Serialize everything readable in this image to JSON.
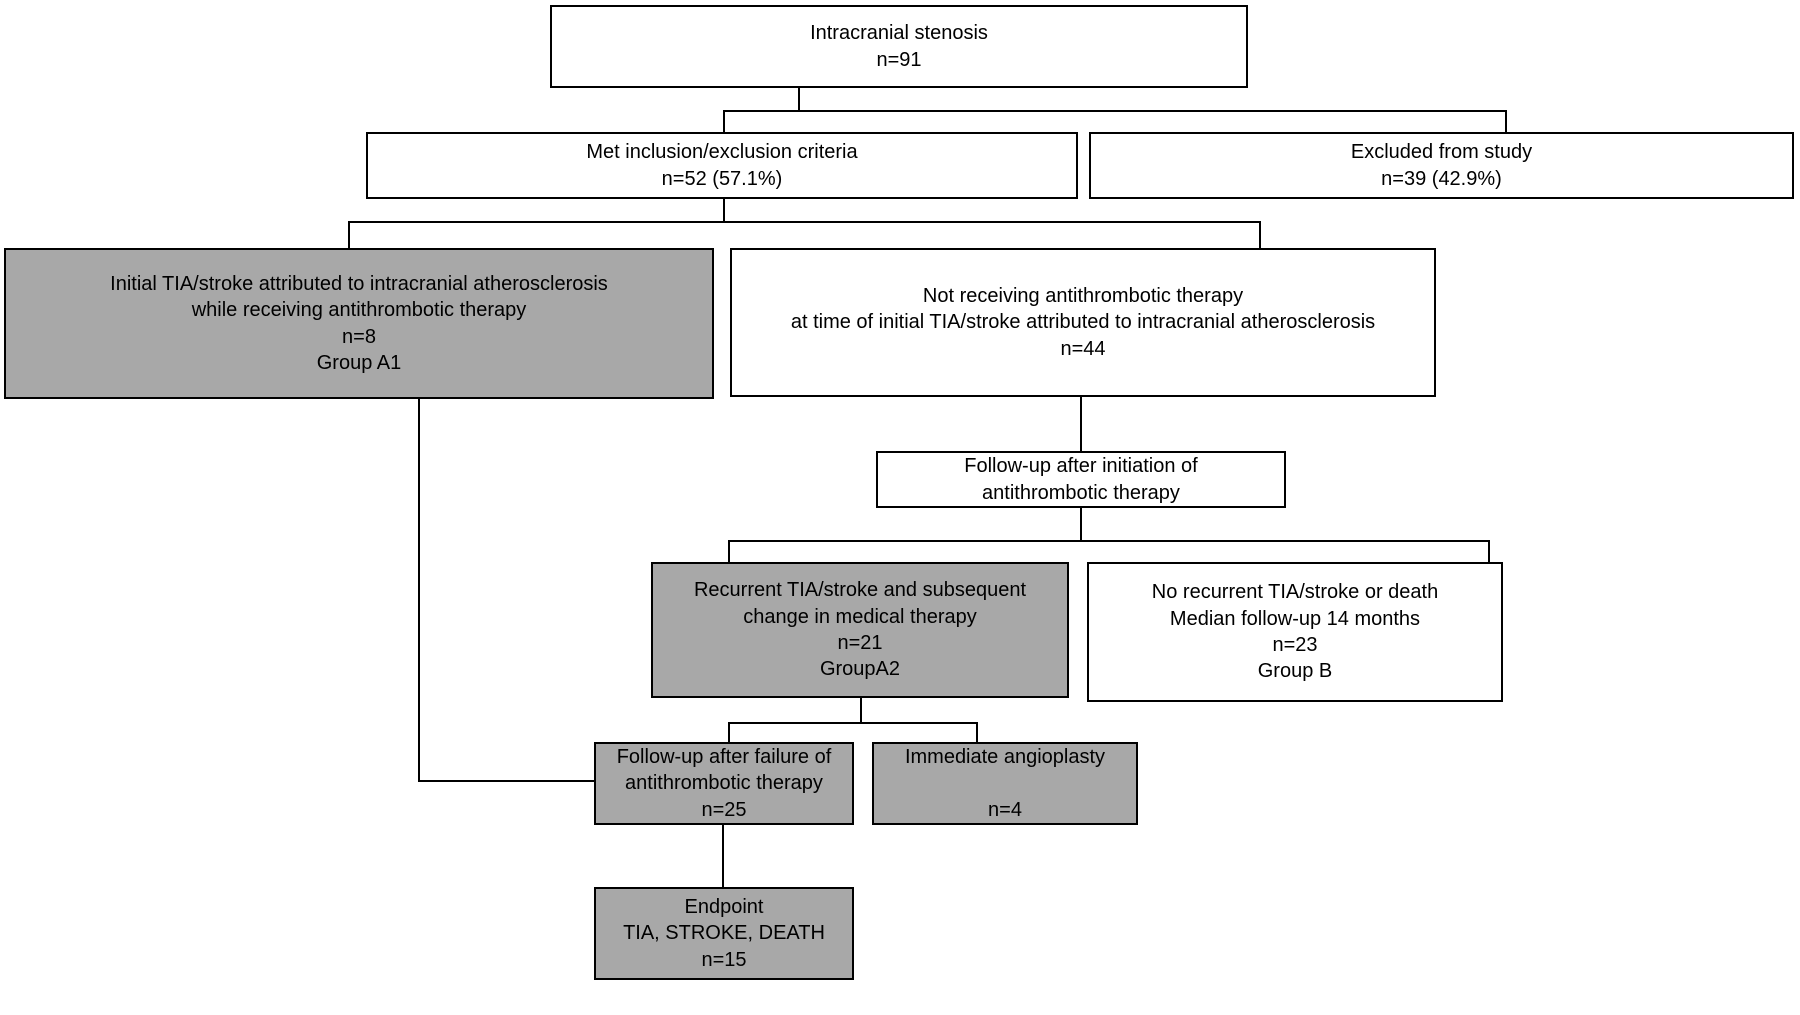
{
  "diagram": {
    "title": "Intracranial stenosis study flow diagram",
    "type": "flowchart",
    "colors": {
      "box_fill_white": "#ffffff",
      "box_fill_gray": "#a8a8a8",
      "border": "#000000",
      "text": "#000000"
    },
    "nodes": [
      {
        "id": "intracranial-stenosis",
        "fill": "white",
        "lines": [
          "Intracranial stenosis",
          "n=91"
        ]
      },
      {
        "id": "met-criteria",
        "fill": "white",
        "lines": [
          "Met inclusion/exclusion criteria",
          "n=52 (57.1%)"
        ]
      },
      {
        "id": "excluded",
        "fill": "white",
        "lines": [
          "Excluded from study",
          "n=39 (42.9%)"
        ]
      },
      {
        "id": "group-a1",
        "fill": "gray",
        "lines": [
          "Initial TIA/stroke attributed to intracranial atherosclerosis",
          "while receiving antithrombotic therapy",
          "n=8",
          "Group A1"
        ]
      },
      {
        "id": "not-receiving",
        "fill": "white",
        "lines": [
          "Not receiving antithrombotic therapy",
          "at time of initial TIA/stroke attributed to intracranial atherosclerosis",
          "n=44"
        ]
      },
      {
        "id": "followup-initiation",
        "fill": "white",
        "lines": [
          "Follow-up after initiation of",
          "antithrombotic therapy"
        ]
      },
      {
        "id": "group-a2",
        "fill": "gray",
        "lines": [
          "Recurrent TIA/stroke and subsequent",
          "change in medical therapy",
          "n=21",
          "GroupA2"
        ]
      },
      {
        "id": "group-b",
        "fill": "white",
        "lines": [
          "No recurrent TIA/stroke or death",
          "Median follow-up 14 months",
          "n=23",
          "Group B"
        ]
      },
      {
        "id": "followup-failure",
        "fill": "gray",
        "lines": [
          "Follow-up after failure of",
          "antithrombotic therapy",
          "n=25"
        ]
      },
      {
        "id": "immediate-angioplasty",
        "fill": "gray",
        "lines": [
          "Immediate angioplasty",
          "",
          "n=4"
        ]
      },
      {
        "id": "endpoint",
        "fill": "gray",
        "lines": [
          "Endpoint",
          "TIA, STROKE, DEATH",
          "n=15"
        ]
      }
    ]
  },
  "n_intracranial": {
    "l0": "Intracranial stenosis",
    "l1": "n=91"
  },
  "n_met": {
    "l0": "Met inclusion/exclusion criteria",
    "l1": "n=52 (57.1%)"
  },
  "n_excluded": {
    "l0": "Excluded from study",
    "l1": "n=39 (42.9%)"
  },
  "n_a1": {
    "l0": "Initial TIA/stroke attributed to intracranial atherosclerosis",
    "l1": "while receiving antithrombotic therapy",
    "l2": "n=8",
    "l3": "Group A1"
  },
  "n_notrec": {
    "l0": "Not receiving antithrombotic therapy",
    "l1": "at time of initial TIA/stroke attributed to intracranial atherosclerosis",
    "l2": "n=44"
  },
  "n_fuinit": {
    "l0": "Follow-up after initiation of",
    "l1": "antithrombotic therapy"
  },
  "n_a2": {
    "l0": "Recurrent TIA/stroke and subsequent",
    "l1": "change in medical therapy",
    "l2": "n=21",
    "l3": "GroupA2"
  },
  "n_b": {
    "l0": "No recurrent TIA/stroke or death",
    "l1": "Median follow-up 14 months",
    "l2": "n=23",
    "l3": "Group B"
  },
  "n_fufail": {
    "l0": "Follow-up after failure of",
    "l1": "antithrombotic therapy",
    "l2": "n=25"
  },
  "n_angio": {
    "l0": "Immediate angioplasty",
    "l1": "n=4"
  },
  "n_endpoint": {
    "l0": "Endpoint",
    "l1": "TIA, STROKE, DEATH",
    "l2": "n=15"
  }
}
